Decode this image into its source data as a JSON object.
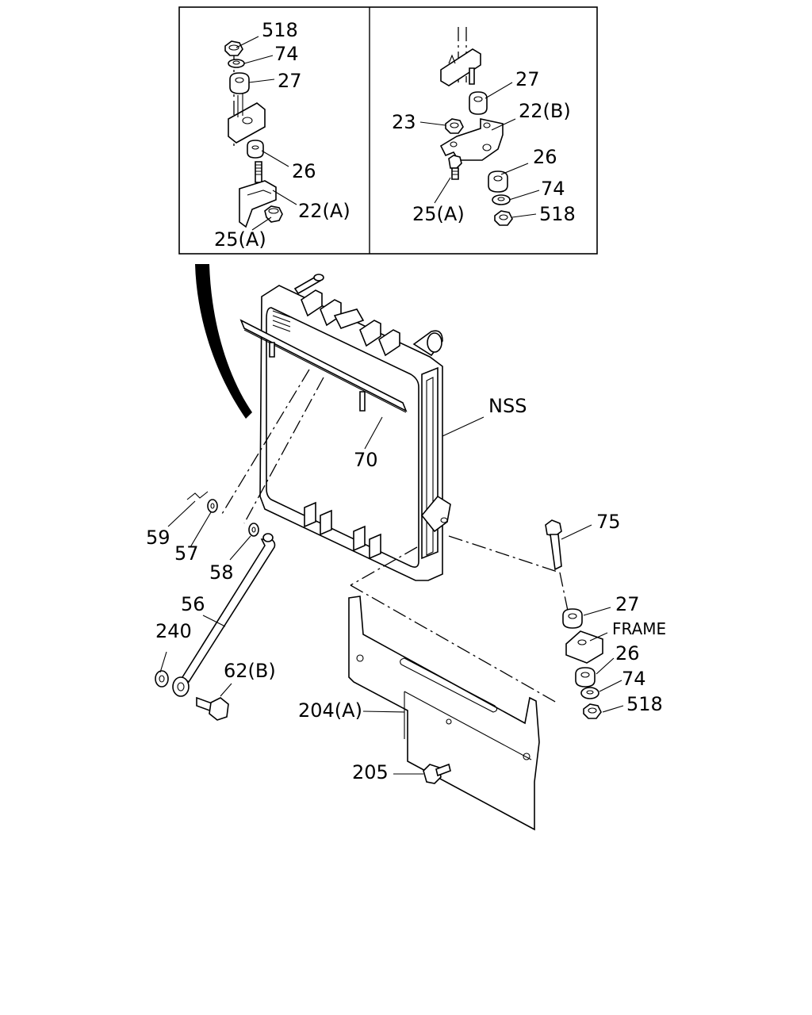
{
  "callouts": {
    "inset_a": {
      "p518": "518",
      "p74": "74",
      "p27": "27",
      "p26": "26",
      "p22a": "22(A)",
      "p25a": "25(A)"
    },
    "inset_b": {
      "p27": "27",
      "p23": "23",
      "p22b": "22(B)",
      "p26": "26",
      "p74": "74",
      "p25a": "25(A)",
      "p518": "518"
    },
    "main": {
      "nss": "NSS",
      "p70": "70",
      "p59": "59",
      "p57": "57",
      "p58": "58",
      "p56": "56",
      "p240": "240",
      "p62b": "62(B)",
      "p75": "75",
      "p27": "27",
      "frame": "FRAME",
      "p26": "26",
      "p74": "74",
      "p518": "518",
      "p204a": "204(A)",
      "p205": "205"
    }
  },
  "icons": {
    "nut": "hex-nut-icon",
    "washer": "washer-icon",
    "cushion": "rubber-cushion-icon",
    "bolt": "bolt-icon"
  }
}
